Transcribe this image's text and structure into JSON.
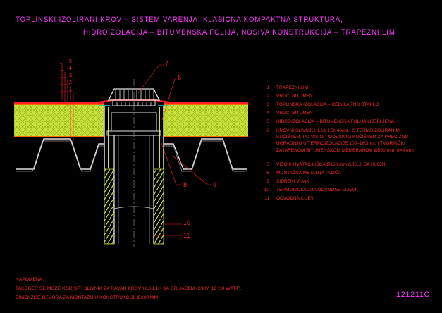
{
  "title": {
    "line1": "TOPLINSKI IZOLIRANI KROV – SISTEM VARENJA, KLASIČNA KOMPAKTNA STRUKTURA,",
    "line2": "HIDROIZOLACIJA – BITUMENSKA FOLIJA, NOSIVA KONSTRUKCIJA – TRAPEZNI LIM"
  },
  "layer_labels": [
    "5",
    "4",
    "3",
    "2",
    "1"
  ],
  "callouts": {
    "c6": "6",
    "c7": "7",
    "c8": "8",
    "c9": "9",
    "c10": "10",
    "c11": "11"
  },
  "legend": [
    {
      "num": "1",
      "text": "TRAPEZNI LIM"
    },
    {
      "num": "2",
      "text": "VRUĆI BITUMEN"
    },
    {
      "num": "3",
      "text": "TOPLINSKA IZOLACIJA – ĆELULARNO STAKLO"
    },
    {
      "num": "4",
      "text": "VRUĆI BITUMEN"
    },
    {
      "num": "5",
      "text": "HIDROIZOLACIJA – BITUMENSKA FOLIJA LIJEPLJENA"
    },
    {
      "num": "6",
      "text": "KROVNI SLIVNIK HL63H DN40/ca., S TERMOIZOLIRANIM\nKUĆIŠTEM, PO VISINI PODESIVIM KUĆIŠTEM ZA PRECIZNU\nUGRADNJU U TERMOIZOLACIJE 100–160mm, I TVORNIČKI\nZAVARENOM BITUMENSKOM MEMBRANOM Ø500 mm, d=4 mm"
    },
    {
      "num": "7",
      "text": "VISOKI HVATAČ LIŠĆA Ø160 mm (UKLJ. SA HL63H)"
    },
    {
      "num": "8",
      "text": "MONTAŽNA METALNA PLOČA"
    },
    {
      "num": "9",
      "text": "SIDRENI VIJAK"
    },
    {
      "num": "10",
      "text": "TERMOIZOLACIJA ODVODNE CIJEVI"
    },
    {
      "num": "11",
      "text": "ODVODNA CIJEV"
    }
  ],
  "notes": {
    "heading": "NAPOMENA:",
    "line1": "TAKOĐER SE MOŽE KORISITI SLIVNIK ZA RAVAN KROV HL63.1H SA GRIJAČEM (230V, 10÷30 WATT).",
    "line2": "DIMENZIJE OTVORA ZA MONTAŽU U KONSTRUKCIJI: Ø200 MM"
  },
  "drawing_code": "121211C",
  "colors": {
    "frame": "#9a9a9a",
    "title": "#ff33ff",
    "text": "#ff2a2a",
    "insulation": "#c8e63a",
    "bitumen": "#ff2020",
    "steel": "#e0e0e0"
  }
}
